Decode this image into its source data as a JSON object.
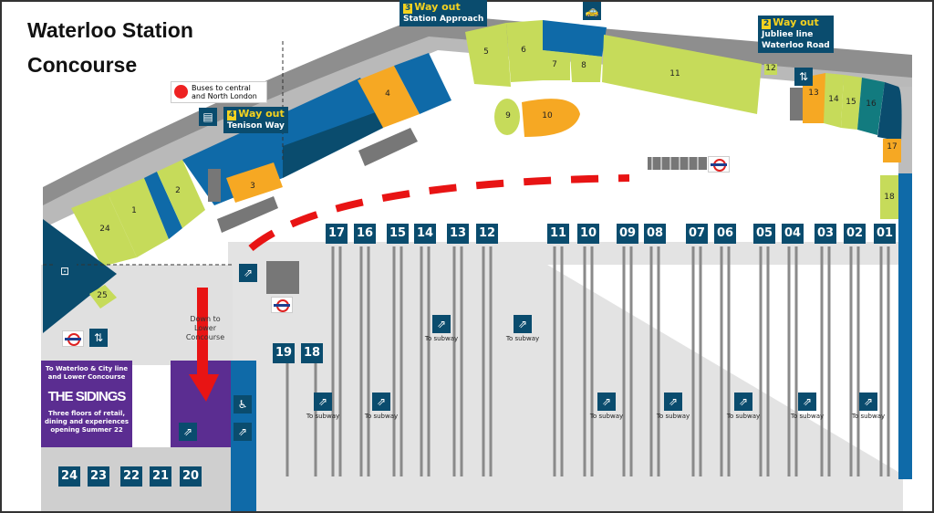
{
  "title": {
    "line1": "Waterloo Station",
    "line2": "Concourse"
  },
  "exits": [
    {
      "num": "3",
      "label": "Way out",
      "sub": "Station Approach"
    },
    {
      "num": "2",
      "label": "Way out",
      "sub": "Jubliee line",
      "sub2": "Waterloo Road"
    },
    {
      "num": "4",
      "label": "Way out",
      "sub": "Tenison Way"
    }
  ],
  "bus_sign": {
    "line1": "Buses to central",
    "line2": "and North London"
  },
  "units": [
    "24",
    "1",
    "2",
    "3",
    "4",
    "5",
    "6",
    "7",
    "8",
    "9",
    "10",
    "11",
    "12",
    "13",
    "14",
    "15",
    "16",
    "17",
    "18",
    "25"
  ],
  "platforms_upper": [
    "17",
    "16",
    "15",
    "14",
    "13",
    "12",
    "11",
    "10",
    "09",
    "08",
    "07",
    "06",
    "05",
    "04",
    "03",
    "02",
    "01"
  ],
  "platforms_lower": [
    "19",
    "18"
  ],
  "platforms_bottom": [
    "24",
    "23",
    "22",
    "21",
    "20"
  ],
  "down_label": {
    "line1": "Down to",
    "line2": "Lower",
    "line3": "Concourse"
  },
  "sidings": {
    "top": "To Waterloo & City line and Lower Concourse",
    "logo": "THE SIDINGS",
    "bottom": "Three floors of retail, dining and experiences opening Summer 22"
  },
  "subway_label": "To subway",
  "colors": {
    "navy": "#0a4c6e",
    "blue": "#0f6aa8",
    "green": "#c6db5a",
    "orange": "#f6a823",
    "purple": "#5b2d91",
    "red": "#e81414"
  }
}
